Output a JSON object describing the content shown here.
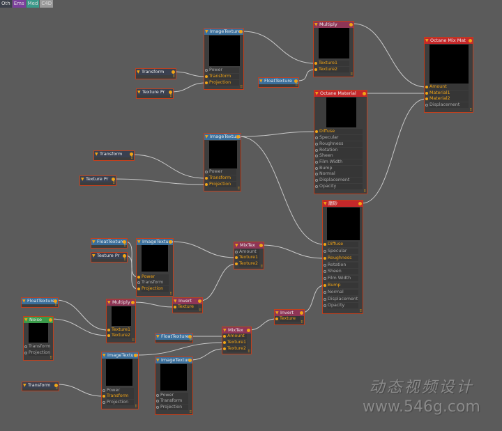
{
  "toolbar_tabs": [
    {
      "label": "Oth",
      "color": "#3b404a"
    },
    {
      "label": "Ems",
      "color": "#7b3f9c"
    },
    {
      "label": "Med",
      "color": "#3a9a8a"
    },
    {
      "label": "C4D",
      "color": "#9a9a9a"
    }
  ],
  "colors": {
    "accent": "#f2a516",
    "node_border": "#c2401d",
    "texture_header": "#3a6f9c",
    "operator_header": "#8e3556",
    "material_header": "#c4282a",
    "noise_header": "#3a9a4a"
  },
  "nodes": [
    {
      "title": "ImageTexture",
      "ports": [
        {
          "label": "Power",
          "on": false
        },
        {
          "label": "Transform",
          "on": true
        },
        {
          "label": "Projection",
          "on": true
        }
      ]
    },
    {
      "title": "Transform",
      "ports": []
    },
    {
      "title": "Texture Pr",
      "ports": []
    },
    {
      "title": "Multiply",
      "ports": [
        {
          "label": "Texture1",
          "on": true
        },
        {
          "label": "Texture2",
          "on": true
        }
      ]
    },
    {
      "title": "FloatTexture",
      "ports": []
    },
    {
      "title": "Octane Mix Mat",
      "ports": [
        {
          "label": "Amount",
          "on": true
        },
        {
          "label": "Material1",
          "on": true
        },
        {
          "label": "Material2",
          "on": true
        },
        {
          "label": "Displacement",
          "on": false
        }
      ]
    },
    {
      "title": "Octane Material",
      "ports": [
        {
          "label": "Diffuse",
          "on": true
        },
        {
          "label": "Specular",
          "on": false
        },
        {
          "label": "Roughness",
          "on": false
        },
        {
          "label": "Rotation",
          "on": false
        },
        {
          "label": "Sheen",
          "on": false
        },
        {
          "label": "Film Width",
          "on": false
        },
        {
          "label": "Bump",
          "on": false
        },
        {
          "label": "Normal",
          "on": false
        },
        {
          "label": "Displacement",
          "on": false
        },
        {
          "label": "Opacity",
          "on": false
        }
      ]
    },
    {
      "title": "ImageTexture",
      "ports": [
        {
          "label": "Power",
          "on": false
        },
        {
          "label": "Transform",
          "on": true
        },
        {
          "label": "Projection",
          "on": true
        }
      ]
    },
    {
      "title": "Transform",
      "ports": []
    },
    {
      "title": "Texture Pr",
      "ports": []
    },
    {
      "title": "磨砂",
      "ports": [
        {
          "label": "Diffuse",
          "on": true
        },
        {
          "label": "Specular",
          "on": false
        },
        {
          "label": "Roughness",
          "on": true
        },
        {
          "label": "Rotation",
          "on": false
        },
        {
          "label": "Sheen",
          "on": false
        },
        {
          "label": "Film Width",
          "on": false
        },
        {
          "label": "Bump",
          "on": true
        },
        {
          "label": "Normal",
          "on": false
        },
        {
          "label": "Displacement",
          "on": false
        },
        {
          "label": "Opacity",
          "on": false
        }
      ]
    },
    {
      "title": "MixTex",
      "ports": [
        {
          "label": "Amount",
          "on": false
        },
        {
          "label": "Texture1",
          "on": true
        },
        {
          "label": "Texture2",
          "on": true
        }
      ]
    },
    {
      "title": "FloatTexture",
      "ports": []
    },
    {
      "title": "Texture Pr",
      "ports": []
    },
    {
      "title": "ImageTexture",
      "ports": [
        {
          "label": "Power",
          "on": true
        },
        {
          "label": "Transform",
          "on": false
        },
        {
          "label": "Projection",
          "on": true
        }
      ]
    },
    {
      "title": "Invert",
      "ports": [
        {
          "label": "Texture",
          "on": true
        }
      ]
    },
    {
      "title": "FloatTexture",
      "ports": []
    },
    {
      "title": "Noise",
      "ports": [
        {
          "label": "Transform",
          "on": false
        },
        {
          "label": "Projection",
          "on": false
        }
      ]
    },
    {
      "title": "Multiply",
      "ports": [
        {
          "label": "Texture1",
          "on": true
        },
        {
          "label": "Texture2",
          "on": true
        }
      ]
    },
    {
      "title": "FloatTexture",
      "ports": []
    },
    {
      "title": "MixTex",
      "ports": [
        {
          "label": "Amount",
          "on": true
        },
        {
          "label": "Texture1",
          "on": true
        },
        {
          "label": "Texture2",
          "on": true
        }
      ]
    },
    {
      "title": "Invert",
      "ports": [
        {
          "label": "Texture",
          "on": true
        }
      ]
    },
    {
      "title": "ImageTexture",
      "ports": [
        {
          "label": "Power",
          "on": false
        },
        {
          "label": "Transform",
          "on": true
        },
        {
          "label": "Projection",
          "on": false
        }
      ]
    },
    {
      "title": "ImageTexture",
      "ports": [
        {
          "label": "Power",
          "on": false
        },
        {
          "label": "Transform",
          "on": false
        },
        {
          "label": "Projection",
          "on": false
        }
      ]
    },
    {
      "title": "Transform",
      "ports": []
    }
  ],
  "watermark": {
    "title": "动态视频设计",
    "url": "www.546g.com"
  }
}
